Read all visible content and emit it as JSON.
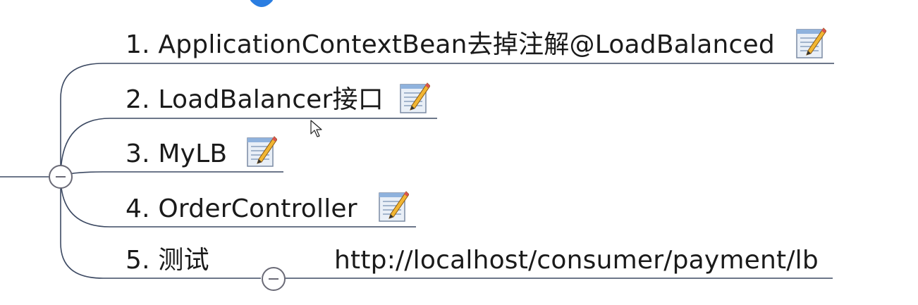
{
  "mindmap": {
    "branches": [
      {
        "label": "1. ApplicationContextBean去掉注解@LoadBalanced",
        "has_note": true
      },
      {
        "label": "2. LoadBalancer接口",
        "has_note": true
      },
      {
        "label": "3. MyLB",
        "has_note": true
      },
      {
        "label": "4. OrderController",
        "has_note": true
      },
      {
        "label": "5. 测试",
        "has_note": false,
        "child": "http://localhost/consumer/payment/lb"
      }
    ]
  },
  "icons": {
    "note": "note-pencil-icon",
    "collapse": "collapse-minus-icon",
    "top": "add-topic-icon",
    "pointer": "mouse-cursor-icon"
  },
  "colors": {
    "line": "#3d4a63",
    "text": "#1a1a1a",
    "toggle": "#6a6a76",
    "badge": "#2a7de1"
  }
}
